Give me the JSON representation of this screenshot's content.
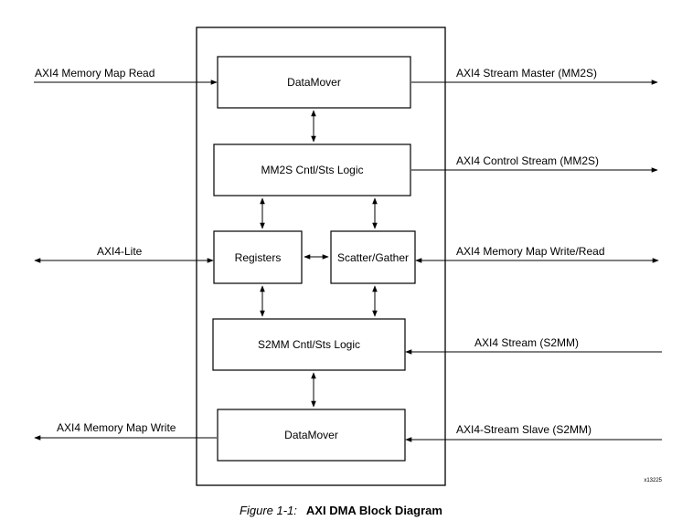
{
  "blocks": {
    "datamover_top": "DataMover",
    "mm2s_logic": "MM2S Cntl/Sts Logic",
    "registers": "Registers",
    "scatter_gather": "Scatter/Gather",
    "s2mm_logic": "S2MM Cntl/Sts Logic",
    "datamover_bottom": "DataMover"
  },
  "signals": {
    "axi4_mm_read": "AXI4 Memory Map Read",
    "axi4_lite": "AXI4-Lite",
    "axi4_mm_write": "AXI4 Memory Map Write",
    "axi4_stream_master": "AXI4 Stream Master (MM2S)",
    "axi4_control_stream": "AXI4 Control Stream (MM2S)",
    "axi4_mm_write_read": "AXI4 Memory Map Write/Read",
    "axi4_stream_s2mm": "AXI4 Stream (S2MM)",
    "axi4_stream_slave": "AXI4-Stream Slave (S2MM)"
  },
  "reference_id": "x13225",
  "caption": {
    "label": "Figure 1-1:",
    "title": "AXI DMA Block Diagram"
  }
}
